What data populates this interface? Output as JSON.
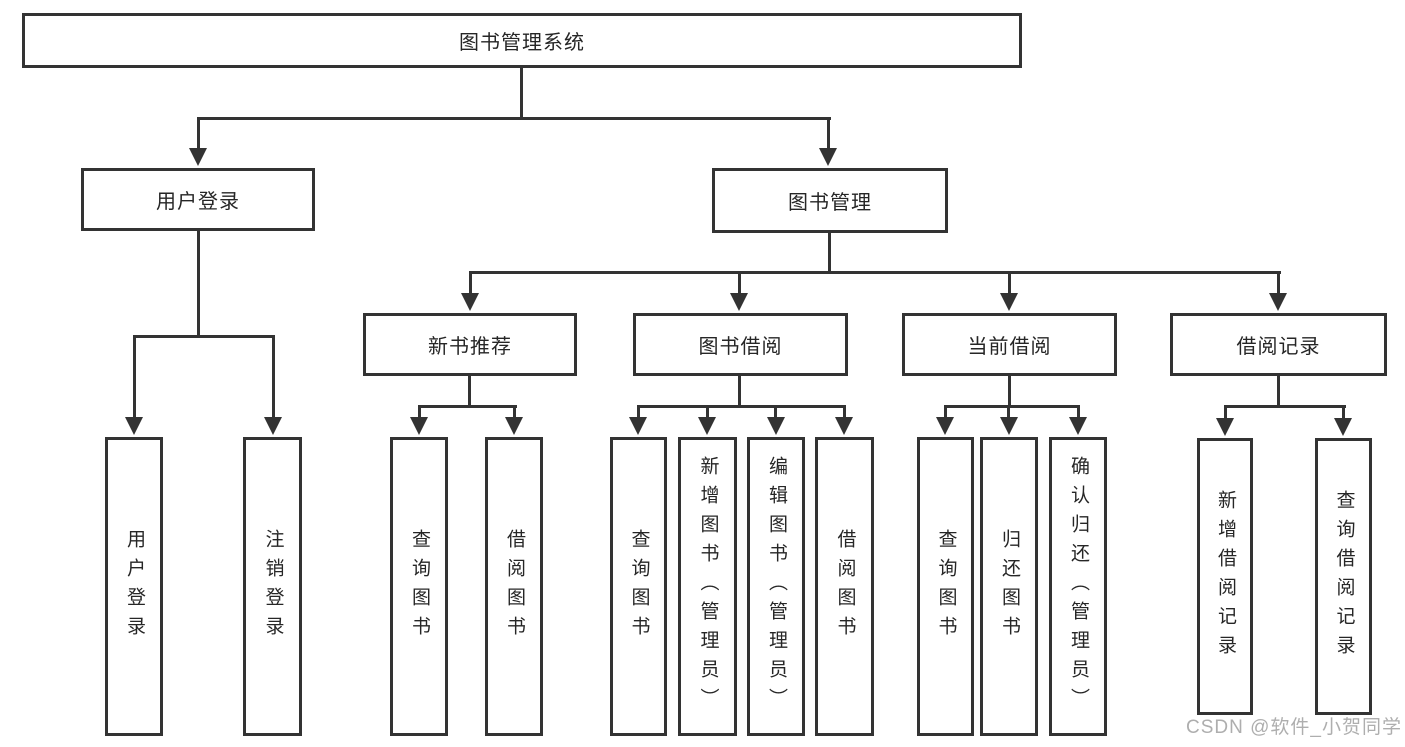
{
  "diagram_title": "图书管理系统",
  "tree": {
    "root": {
      "label": "图书管理系统"
    },
    "branches": [
      {
        "label": "用户登录",
        "children": [
          {
            "label": "用户登录"
          },
          {
            "label": "注销登录"
          }
        ]
      },
      {
        "label": "图书管理",
        "children": [
          {
            "label": "新书推荐",
            "children": [
              {
                "label": "查询图书"
              },
              {
                "label": "借阅图书"
              }
            ]
          },
          {
            "label": "图书借阅",
            "children": [
              {
                "label": "查询图书"
              },
              {
                "label": "新增图书（管理员）"
              },
              {
                "label": "编辑图书（管理员）"
              },
              {
                "label": "借阅图书"
              }
            ]
          },
          {
            "label": "当前借阅",
            "children": [
              {
                "label": "查询图书"
              },
              {
                "label": "归还图书"
              },
              {
                "label": "确认归还（管理员）"
              }
            ]
          },
          {
            "label": "借阅记录",
            "children": [
              {
                "label": "新增借阅记录"
              },
              {
                "label": "查询借阅记录"
              }
            ]
          }
        ]
      }
    ]
  },
  "watermark": {
    "text": "CSDN @软件_小贺同学"
  },
  "colors": {
    "line": "#333333",
    "text": "#262626",
    "watermark": "#a0a0a0",
    "background": "#ffffff"
  }
}
